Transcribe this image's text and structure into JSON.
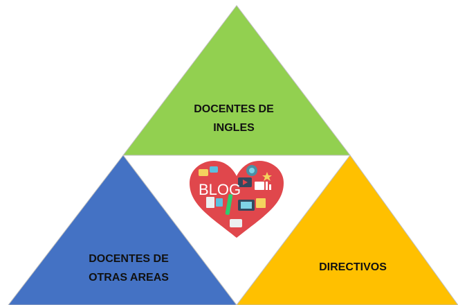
{
  "diagram": {
    "top": {
      "line1": "DOCENTES DE",
      "line2": "INGLES",
      "color": "#92d050"
    },
    "left": {
      "line1": "DOCENTES DE",
      "line2": "OTRAS AREAS",
      "color": "#4472c4"
    },
    "right": {
      "line1": "DIRECTIVOS",
      "color": "#ffc000"
    },
    "center": {
      "icon": "blog-heart-icon",
      "logo_text": "BLOG",
      "heart_color": "#e0474c"
    },
    "outline_color": "#bfbfbf"
  }
}
